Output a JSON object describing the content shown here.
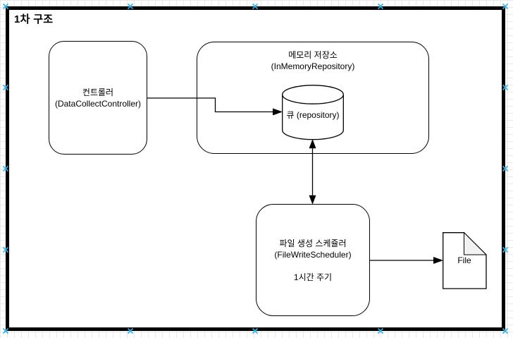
{
  "diagram": {
    "title": "1차 구조",
    "nodes": {
      "controller": {
        "name_ko": "컨트롤러",
        "name_en": "(DataCollectController)"
      },
      "memory_store": {
        "name_ko": "메모리 저장소",
        "name_en": "(InMemoryRepository)"
      },
      "queue": {
        "name_ko": "큐",
        "name_en": "(repository)"
      },
      "scheduler": {
        "name_ko": "파일 생성 스케쥴러",
        "name_en": "(FileWriteScheduler)",
        "period": "1시간 주기"
      },
      "file": {
        "label": "File"
      }
    },
    "edges": [
      {
        "from": "컨트롤러 (DataCollectController)",
        "to": "큐 (repository)",
        "type": "arrow"
      },
      {
        "from": "큐 (repository)",
        "to": "파일 생성 스케쥴러 (FileWriteScheduler)",
        "type": "double-arrow"
      },
      {
        "from": "파일 생성 스케쥴러 (FileWriteScheduler)",
        "to": "File",
        "type": "arrow"
      }
    ],
    "colors": {
      "stroke": "#000000",
      "shape_fill": "#ffffff",
      "fold_fill": "#f2f2f2",
      "selection_handle": "#29b6f2",
      "canvas_grid": "#e9e9e9"
    }
  }
}
